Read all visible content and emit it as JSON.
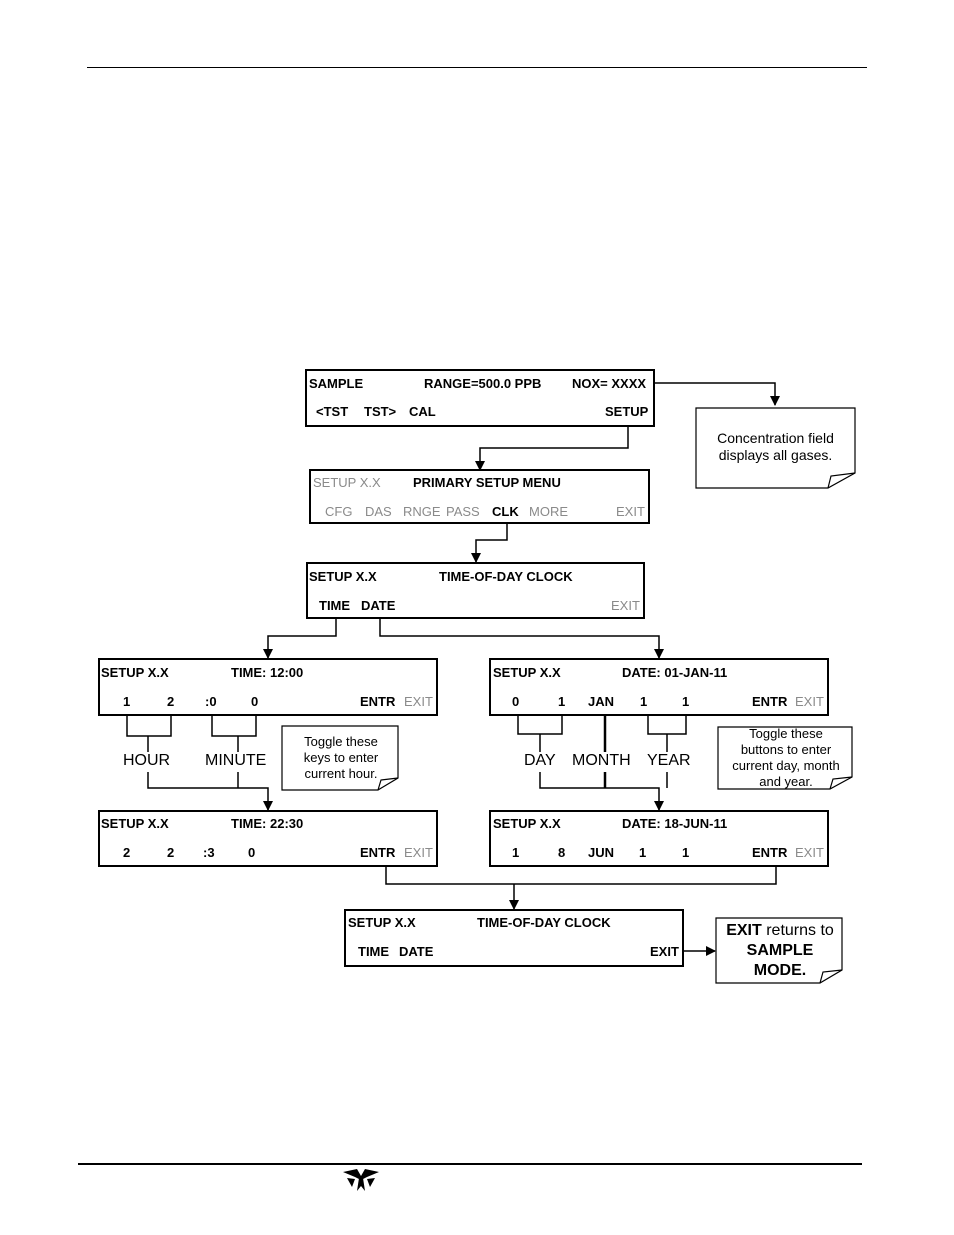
{
  "panels": {
    "sample": {
      "l1a": "SAMPLE",
      "l1b": "RANGE=500.0 PPB",
      "l1c": "NOX= XXXX",
      "keys": [
        "<TST",
        "TST>",
        "CAL"
      ],
      "setup": "SETUP"
    },
    "primary": {
      "l1a": "SETUP X.X",
      "l1b": "PRIMARY SETUP MENU",
      "keys": [
        "CFG",
        "DAS",
        "RNGE",
        "PASS",
        "CLK",
        "MORE"
      ],
      "exit": "EXIT"
    },
    "clock1": {
      "l1a": "SETUP X.X",
      "l1b": "TIME-OF-DAY CLOCK",
      "keys": [
        "TIME",
        "DATE"
      ],
      "exit": "EXIT"
    },
    "time1": {
      "l1a": "SETUP X.X",
      "l1b": "TIME: 12:00",
      "digits": [
        "1",
        "2",
        ":0",
        "0"
      ],
      "entr": "ENTR",
      "exit": "EXIT"
    },
    "date1": {
      "l1a": "SETUP X.X",
      "l1b": "DATE: 01-JAN-11",
      "digits": [
        "0",
        "1",
        "JAN",
        "1",
        "1"
      ],
      "entr": "ENTR",
      "exit": "EXIT"
    },
    "time2": {
      "l1a": "SETUP X.X",
      "l1b": "TIME: 22:30",
      "digits": [
        "2",
        "2",
        ":3",
        "0"
      ],
      "entr": "ENTR",
      "exit": "EXIT"
    },
    "date2": {
      "l1a": "SETUP X.X",
      "l1b": "DATE: 18-JUN-11",
      "digits": [
        "1",
        "8",
        "JUN",
        "1",
        "1"
      ],
      "entr": "ENTR",
      "exit": "EXIT"
    },
    "clock2": {
      "l1a": "SETUP X.X",
      "l1b": "TIME-OF-DAY CLOCK",
      "keys": [
        "TIME",
        "DATE"
      ],
      "exit": "EXIT"
    }
  },
  "brackets": {
    "hour": "HOUR",
    "minute": "MINUTE",
    "day": "DAY",
    "month": "MONTH",
    "year": "YEAR"
  },
  "notes": {
    "concentration": [
      "Concentration field",
      "displays all gases."
    ],
    "toggle_time": [
      "Toggle these",
      "keys to enter",
      "current hour."
    ],
    "toggle_date": [
      "Toggle these",
      "buttons to enter",
      "current day, month",
      "and year."
    ],
    "exit_note": {
      "b1": "EXIT",
      "r1": " returns to",
      "b2": "SAMPLE",
      "b3": "MODE."
    }
  },
  "logo": {
    "icon": "teledyne-logo-icon"
  }
}
